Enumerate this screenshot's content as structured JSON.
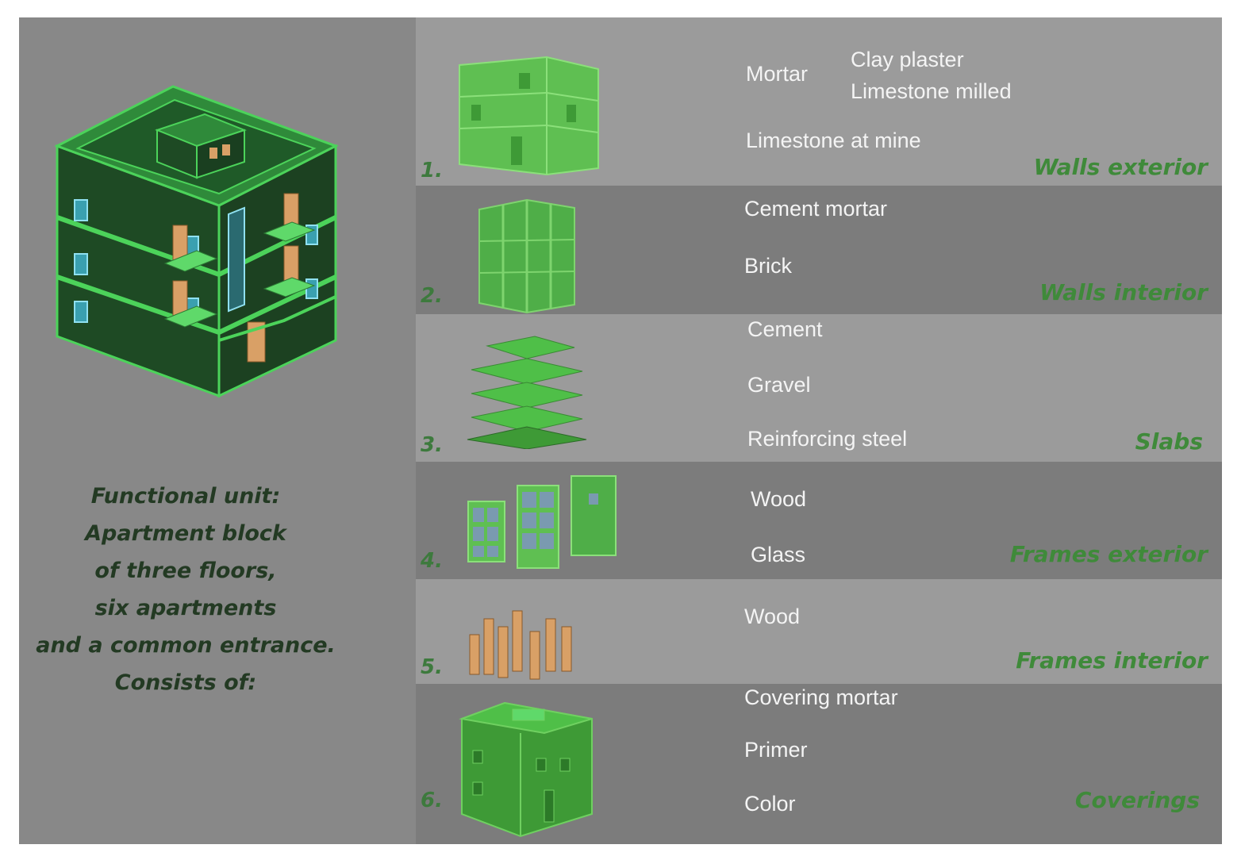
{
  "functional_unit": {
    "lines": [
      "Functional unit:",
      "Apartment block",
      "of three floors,",
      "six apartments",
      "and a common entrance.",
      "Consists of:"
    ]
  },
  "components": [
    {
      "number": "1.",
      "category": "Walls exterior",
      "materials": [
        "Mortar",
        "Clay plaster",
        "Limestone milled",
        "Limestone at mine"
      ]
    },
    {
      "number": "2.",
      "category": "Walls interior",
      "materials": [
        "Cement mortar",
        "Brick"
      ]
    },
    {
      "number": "3.",
      "category": "Slabs",
      "materials": [
        "Cement",
        "Gravel",
        "Reinforcing steel"
      ]
    },
    {
      "number": "4.",
      "category": "Frames exterior",
      "materials": [
        "Wood",
        "Glass"
      ]
    },
    {
      "number": "5.",
      "category": "Frames interior",
      "materials": [
        "Wood"
      ]
    },
    {
      "number": "6.",
      "category": "Coverings",
      "materials": [
        "Covering mortar",
        "Primer",
        "Color"
      ]
    }
  ],
  "colors": {
    "category_green": "#3f8a3a",
    "model_green": "#4caf50",
    "wood": "#d9a066"
  },
  "icons": [
    "building-model-icon",
    "exterior-walls-icon",
    "interior-walls-icon",
    "slabs-icon",
    "exterior-frames-icon",
    "interior-frames-icon",
    "coverings-icon"
  ]
}
